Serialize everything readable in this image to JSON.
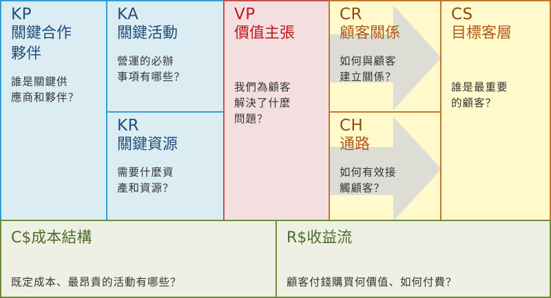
{
  "canvas": {
    "colors": {
      "partners_activities_resources": "#2e9fd0",
      "value_proposition": "#c0504d",
      "customer_side": "#c0762a",
      "finance": "#6e8a3a"
    },
    "blocks": {
      "kp": {
        "code": "KP",
        "title_line1": "關鍵合作",
        "title_line2": "夥伴",
        "question_line1": "誰是關鍵供",
        "question_line2": "應商和夥伴？"
      },
      "ka": {
        "code": "KA",
        "title": "關鍵活動",
        "question_line1": "營運的必辦",
        "question_line2": "事項有哪些？"
      },
      "kr": {
        "code": "KR",
        "title": "關鍵資源",
        "question_line1": "需要什麼資",
        "question_line2": "產和資源？"
      },
      "vp": {
        "code": "VP",
        "title": "價值主張",
        "question_line1": "我們為顧客",
        "question_line2": "解決了什麼",
        "question_line3": "問題？"
      },
      "cr": {
        "code": "CR",
        "title": "顧客關係",
        "question_line1": "如何與顧客",
        "question_line2": "建立關係？",
        "icon": "arrow-right"
      },
      "ch": {
        "code": "CH",
        "title": "通路",
        "question_line1": "如何有效接",
        "question_line2": "觸顧客？",
        "icon": "arrow-right"
      },
      "cs": {
        "code": "CS",
        "title": "目標客層",
        "question_line1": "誰是最重要",
        "question_line2": "的顧客？"
      },
      "cost": {
        "title": "C$成本結構",
        "question": "既定成本、最昂貴的活動有哪些？"
      },
      "revenue": {
        "title": "R$收益流",
        "question": "顧客付錢購買何價值、如何付費？"
      }
    }
  }
}
